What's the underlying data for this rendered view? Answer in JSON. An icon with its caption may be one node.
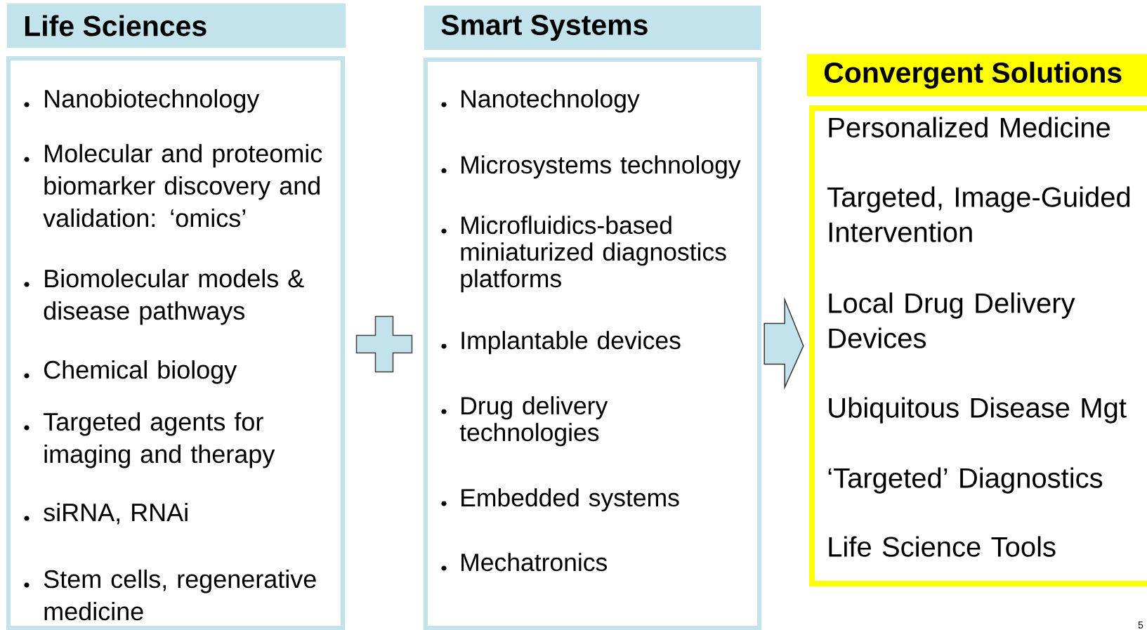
{
  "diagram": {
    "nodes": [
      {
        "text": [
          "Life Sciences"
        ]
      },
      {
        "text": [
          "Nanobiotechnology",
          "Molecular and proteomic biomarker discovery and validation: ‘omics’",
          "Biomolecular models & disease pathways",
          "Chemical biology",
          "Targeted agents for imaging and therapy",
          "siRNA, RNAi",
          "Stem cells, regenerative medicine"
        ]
      },
      {
        "text": [
          "Smart Systems"
        ]
      },
      {
        "text": [
          "Nanotechnology",
          "Microsystems technology",
          "Microfluidics-based miniaturized diagnostics platforms",
          "Implantable devices",
          "Drug delivery technologies",
          "Embedded systems",
          "Mechatronics"
        ]
      },
      {
        "text": [
          "Convergent Solutions"
        ]
      },
      {
        "text": [
          "Personalized Medicine",
          "Targeted, Image-Guided Intervention",
          "Local Drug Delivery Devices",
          "Ubiquitous Disease Mgt",
          "‘Targeted’ Diagnostics",
          "Life Science Tools"
        ]
      },
      {
        "text": [],
        "shape": "plus"
      }
    ],
    "edges": [
      {
        "from": 3,
        "to": 5,
        "arrow": "to"
      }
    ],
    "labels": [
      "5"
    ]
  }
}
